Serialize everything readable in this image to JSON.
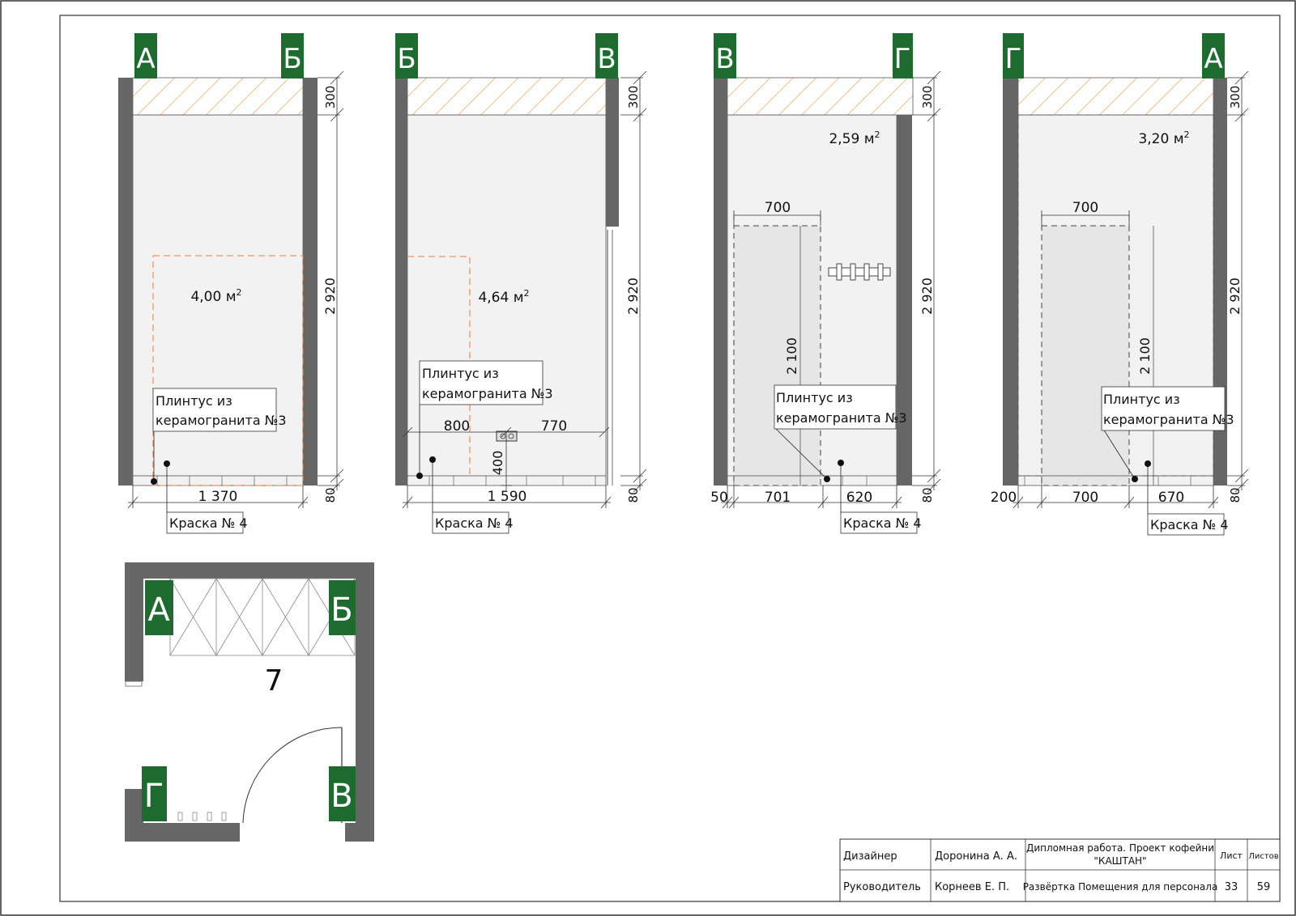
{
  "sheet": {
    "wall_labels": [
      "А",
      "Б",
      "В",
      "Г"
    ],
    "room_number": "7",
    "accent_colors": {
      "marker": "#1d6b2e",
      "wall": "#666666",
      "hatch": "#e9a45a",
      "dashed_zone": "#ef7a3a",
      "panel_fill": "#f2f2f2",
      "zone_fill": "#e6e6e6"
    },
    "elevations": [
      {
        "left_label": "А",
        "right_label": "Б",
        "area": "4,00 м",
        "area_sup": "2",
        "dim_top": "300",
        "dim_main": "2 920",
        "dim_bottom": "80",
        "dim_width": [
          "1 370"
        ],
        "dim_extra": [],
        "plinth_line1": "Плинтус из",
        "plinth_line2": "керамогранита №3",
        "paint": "Краска № 4"
      },
      {
        "left_label": "Б",
        "right_label": "В",
        "area": "4,64 м",
        "area_sup": "2",
        "dim_top": "300",
        "dim_main": "2 920",
        "dim_bottom": "80",
        "dim_width": [
          "1 590"
        ],
        "dim_extra": [
          "800",
          "770",
          "400"
        ],
        "plinth_line1": "Плинтус из",
        "plinth_line2": "керамогранита №3",
        "paint": "Краска № 4"
      },
      {
        "left_label": "В",
        "right_label": "Г",
        "area": "2,59 м",
        "area_sup": "2",
        "dim_top": "300",
        "dim_main": "2 920",
        "dim_bottom": "80",
        "dim_width": [
          "50",
          "701",
          "620"
        ],
        "dim_extra": [
          "700",
          "2 100"
        ],
        "plinth_line1": "Плинтус из",
        "plinth_line2": "керамогранита №3",
        "paint": "Краска № 4"
      },
      {
        "left_label": "Г",
        "right_label": "А",
        "area": "3,20 м",
        "area_sup": "2",
        "dim_top": "300",
        "dim_main": "2 920",
        "dim_bottom": "80",
        "dim_width": [
          "200",
          "700",
          "670"
        ],
        "dim_extra": [
          "700",
          "2 100"
        ],
        "plinth_line1": "Плинтус из",
        "plinth_line2": "керамогранита №3",
        "paint": "Краска № 4"
      }
    ]
  },
  "title_block": {
    "role1": "Дизайнер",
    "name1": "Доронина А. А.",
    "role2": "Руководитель",
    "name2": "Корнеев Е. П.",
    "project_line1": "Дипломная работа. Проект кофейни",
    "project_line2": "\"КАШТАН\"",
    "sheet_title": "Развёртка Помещения для персонала",
    "sheet_label": "Лист",
    "sheets_label": "Листов",
    "sheet_no": "33",
    "sheets_total": "59"
  }
}
